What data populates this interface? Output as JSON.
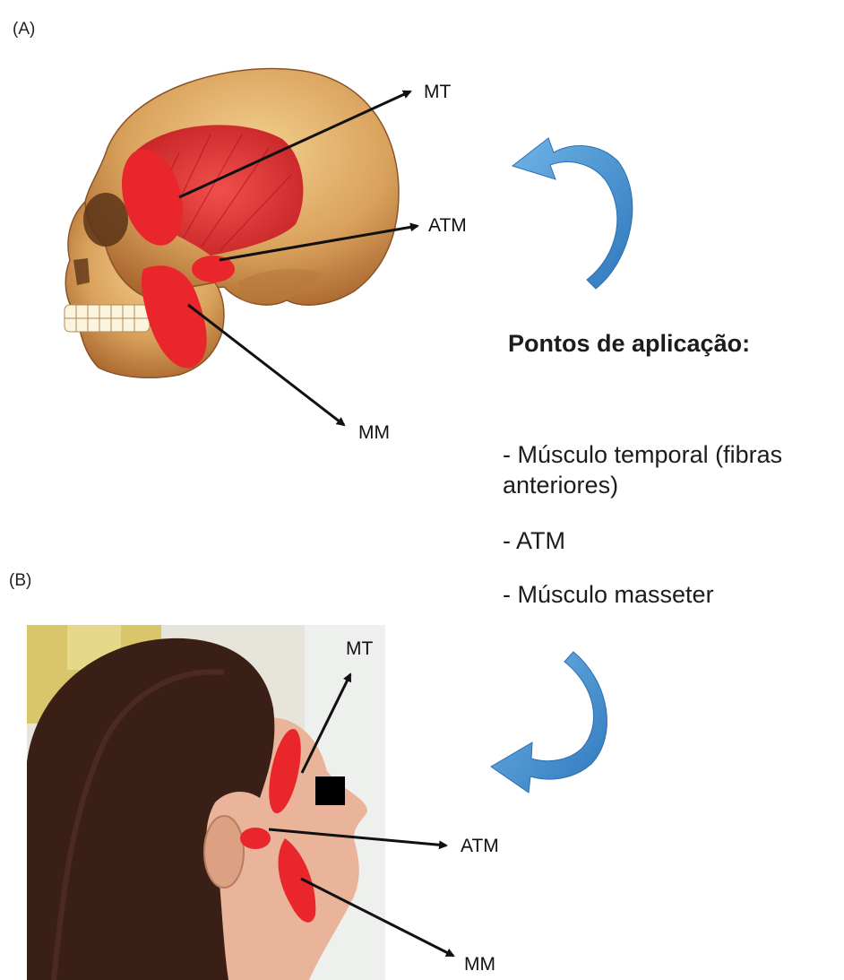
{
  "panel_a": {
    "label": "(A)",
    "labels": {
      "mt": "MT",
      "atm": "ATM",
      "mm": "MM"
    }
  },
  "panel_b": {
    "label": "(B)",
    "labels": {
      "mt": "MT",
      "atm": "ATM",
      "mm": "MM"
    }
  },
  "application_points": {
    "heading": "Pontos de aplicação:",
    "items": [
      "- Músculo temporal (fibras anteriores)",
      "- ATM",
      "- Músculo masseter"
    ]
  },
  "colors": {
    "muscle_red": "#e8262c",
    "bone": "#d9a25c",
    "arrow_blue": "#3a8fd0",
    "hair": "#3a1f17",
    "skin": "#e9b49a"
  }
}
